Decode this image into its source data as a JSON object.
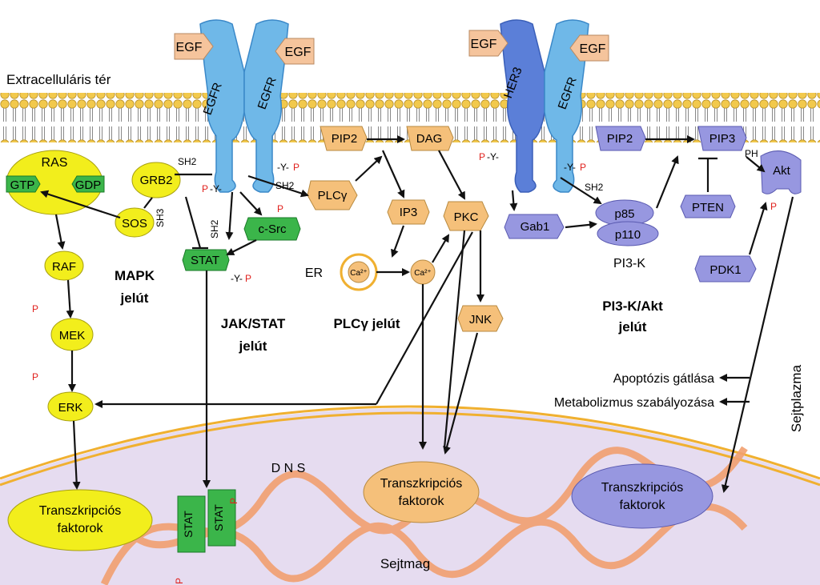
{
  "labels": {
    "extracellular": "Extracelluláris tér",
    "cytoplasm": "Sejtplazma",
    "nucleus": "Sejtmag",
    "dna": "D N S",
    "er": "ER",
    "pi3k": "PI3-K"
  },
  "receptors": {
    "egf": "EGF",
    "egfr": "EGFR",
    "her3": "HER3"
  },
  "molecules": {
    "ras": "RAS",
    "gtp": "GTP",
    "gdp": "GDP",
    "grb2": "GRB2",
    "sos": "SOS",
    "raf": "RAF",
    "mek": "MEK",
    "erk": "ERK",
    "stat": "STAT",
    "csrc": "c-Src",
    "plcg": "PLCγ",
    "pip2": "PIP2",
    "dag": "DAG",
    "ip3": "IP3",
    "pkc": "PKC",
    "jnk": "JNK",
    "ca": "Ca²⁺",
    "gab1": "Gab1",
    "p85": "p85",
    "p110": "p110",
    "pip3": "PIP3",
    "pten": "PTEN",
    "akt": "Akt",
    "pdk1": "PDK1"
  },
  "marks": {
    "sh2": "SH2",
    "sh3": "SH3",
    "y": "-Y-",
    "p": "P",
    "ph": "PH"
  },
  "pathways": {
    "mapk_1": "MAPK",
    "mapk_2": "jelút",
    "jakstat_1": "JAK/STAT",
    "jakstat_2": "jelút",
    "plcg": "PLCγ jelút",
    "pi3k_1": "PI3-K/Akt",
    "pi3k_2": "jelút"
  },
  "outcomes": {
    "apoptosis": "Apoptózis gátlása",
    "metabolism": "Metabolizmus szabályozása"
  },
  "tf": {
    "line1": "Transzkripciós",
    "line2": "faktorok"
  },
  "colors": {
    "yellow": "#f2ee1c",
    "green": "#3bb54a",
    "orange": "#f5c07a",
    "purple": "#9797e0",
    "receptor": "#6fb8e8",
    "her3": "#5b7fd8",
    "phospho": "#e0201c",
    "nucleus": "#e8e0f2",
    "dna": "#f0a878"
  }
}
